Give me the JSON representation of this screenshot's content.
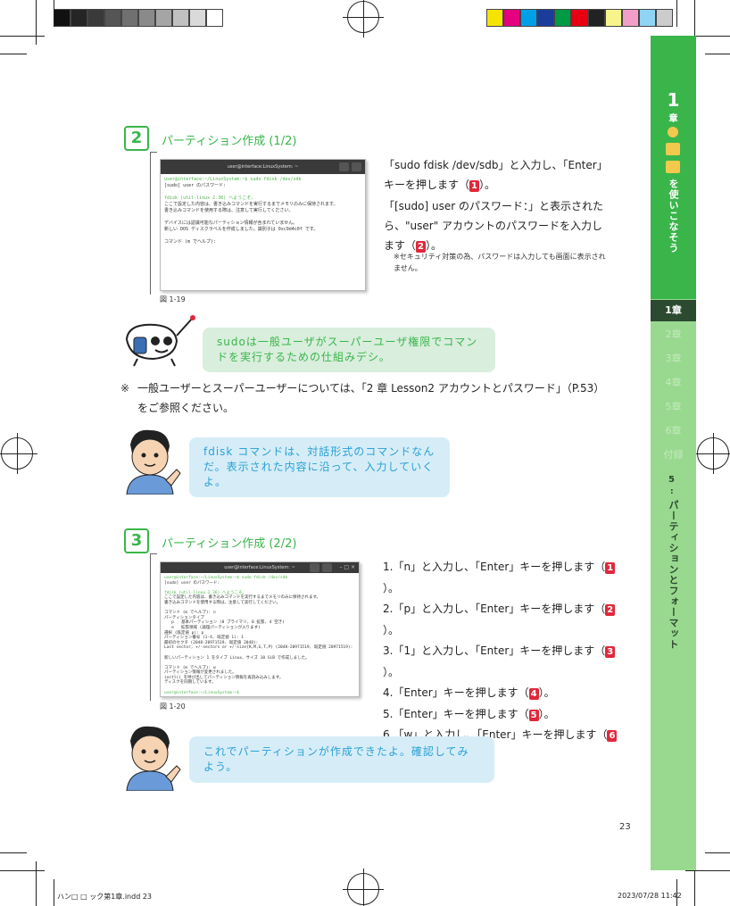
{
  "print_marks": {
    "gray_swatches": [
      "#111111",
      "#252525",
      "#3a3a3a",
      "#555555",
      "#707070",
      "#8a8a8a",
      "#a5a5a5",
      "#c0c0c0",
      "#dadada",
      "#ffffff"
    ],
    "color_swatches": [
      "#f5e400",
      "#e5007f",
      "#00a0e9",
      "#1a3d9c",
      "#009944",
      "#e60012",
      "#222222",
      "#f8f48c",
      "#f29ec9",
      "#8fd3f5",
      "#cccccc"
    ]
  },
  "side_tab": {
    "chapter_num": "1",
    "chapter_word": "章",
    "vertical_title": "を使いこなそう",
    "chapters": [
      "1章",
      "2章",
      "3章",
      "4章",
      "5章",
      "6章",
      "付録"
    ],
    "active_chapter": "1章",
    "lesson_num": "5",
    "lesson_title": "パーティションとフォーマット",
    "colors": {
      "dark": "#3ab54a",
      "light": "#99d98f",
      "active": "#2c4a2f"
    }
  },
  "section2": {
    "number": "2",
    "title": "パーティション作成 (1/2)",
    "caption": "図 1-19",
    "terminal": {
      "title": "user@interface:LinuxSystem: ~",
      "lines": [
        "user@interface:~/LinuxSystem:~$ sudo fdisk /dev/sdb",
        "[sudo] user のパスワード:",
        "",
        "fdisk (util-linux 2.36) へようこそ。",
        "ここで設定した内容は、書き込みコマンドを実行するまでメモリのみに保持されます。",
        "書き込みコマンドを使用する際は、注意して実行してください。",
        "",
        "デバイスには認識可能なパーティション情報が含まれていません。",
        "新しい DOS ディスクラベルを作成しました。識別子は 0xc9d4c0f です。",
        "",
        "コマンド (m でヘルプ): "
      ]
    },
    "para1": "「sudo fdisk /dev/sdb」と入力し、「Enter」キーを押します（",
    "para1_badge": "1",
    "para1_end": "）。",
    "para2": "「[sudo] user のパスワード：」と表示されたら、\"user\" アカウントのパスワードを入力します（",
    "para2_badge": "2",
    "para2_end": "）。",
    "note": "※セキュリティ対策の為、パスワードは入力しても画面に表示されません。"
  },
  "bubble_robot": "sudoは一般ユーザがスーパーユーザ権限でコマンドを実行するための仕組みデシ。",
  "reference_note_mark": "※",
  "reference_note": "一般ユーザーとスーパーユーザーについては、「2 章 Lesson2 アカウントとパスワード」（P.53）をご参照ください。",
  "bubble_person1": "fdisk コマンドは、対話形式のコマンドなんだ。表示された内容に沿って、入力していくよ。",
  "section3": {
    "number": "3",
    "title": "パーティション作成 (2/2)",
    "caption": "図 1-20",
    "terminal": {
      "title": "user@interface:LinuxSystem: ~",
      "lines": [
        "user@interface:~/LinuxSystem:~$ sudo fdisk /dev/sdb",
        "[sudo] user のパスワード:",
        "",
        "fdisk (util-linux 2.36) へようこそ。",
        "ここで設定した内容は、書き込みコマンドを実行するまでメモリのみに保持されます。",
        "書き込みコマンドを使用する際は、注意して実行してください。",
        "",
        "コマンド (m でヘルプ): n",
        "パーティションタイプ",
        "   p   基本パーティション (0 プライマリ, 0 拡張, 4 空き)",
        "   e   拡張領域 (論理パーティションが入ります)",
        "選択 (既定値 p): p",
        "パーティション番号 (1-4, 既定値 1): 1",
        "最初のセクタ (2048-20971519, 既定値 2048):",
        "Last sector, +/-sectors or +/-size{K,M,G,T,P} (2048-20971519, 既定値 20971519):",
        "",
        "新しいパーティション 1 をタイプ Linux、サイズ 10 GiB で作成しました。",
        "",
        "コマンド (m でヘルプ): w",
        "パーティション情報が変更されました。",
        "ioctl() を呼び出してパーティション情報を再読み込みします。",
        "ディスクを同期しています。",
        "",
        "user@interface:~/LinuxSystem:~$ "
      ]
    },
    "steps": [
      {
        "prefix": "1.「n」と入力し、「Enter」キーを押します（",
        "badge": "1",
        "suffix": "）。"
      },
      {
        "prefix": "2.「p」と入力し、「Enter」キーを押します（",
        "badge": "2",
        "suffix": "）。"
      },
      {
        "prefix": "3.「1」と入力し、「Enter」キーを押します（",
        "badge": "3",
        "suffix": "）。"
      },
      {
        "prefix": "4.「Enter」キーを押します（",
        "badge": "4",
        "suffix": "）。"
      },
      {
        "prefix": "5.「Enter」キーを押します（",
        "badge": "5",
        "suffix": "）。"
      },
      {
        "prefix": "6.「w」と入力し、「Enter」キーを押します（",
        "badge": "6",
        "suffix": "）。"
      }
    ]
  },
  "bubble_person2": "これでパーティションが作成できたよ。確認してみよう。",
  "page_number": "23",
  "footer": {
    "left": "ハン□ □ ック第1章.indd 23",
    "right": "2023/07/28 11:42"
  }
}
